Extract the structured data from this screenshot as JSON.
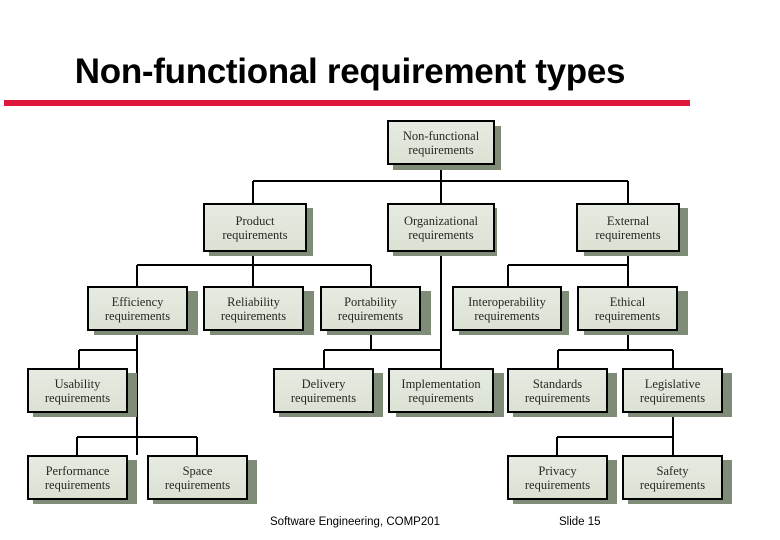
{
  "slide": {
    "title": "Non-functional requirement types",
    "accent_color": "#e0173c",
    "node_fill": "#dfe5d9",
    "node_border": "#000000",
    "node_shadow": "#7e8c78",
    "background": "#ffffff"
  },
  "footer": {
    "course": "Software Engineering, COMP201",
    "slide_number": "Slide  15"
  },
  "chart_data": {
    "type": "diagram",
    "subtype": "tree",
    "title": "Non-functional requirement types",
    "orientation": "top-down",
    "nodes": [
      {
        "id": "nfr",
        "label_line1": "Non-functional",
        "label_line2": "requirements",
        "level": 0,
        "parent": null
      },
      {
        "id": "product",
        "label_line1": "Product",
        "label_line2": "requirements",
        "level": 1,
        "parent": "nfr"
      },
      {
        "id": "organizational",
        "label_line1": "Organizational",
        "label_line2": "requirements",
        "level": 1,
        "parent": "nfr"
      },
      {
        "id": "external",
        "label_line1": "External",
        "label_line2": "requirements",
        "level": 1,
        "parent": "nfr"
      },
      {
        "id": "efficiency",
        "label_line1": "Efficiency",
        "label_line2": "requirements",
        "level": 2,
        "parent": "product"
      },
      {
        "id": "reliability",
        "label_line1": "Reliability",
        "label_line2": "requirements",
        "level": 2,
        "parent": "product"
      },
      {
        "id": "portability",
        "label_line1": "Portability",
        "label_line2": "requirements",
        "level": 2,
        "parent": "product"
      },
      {
        "id": "interoperability",
        "label_line1": "Interoperability",
        "label_line2": "requirements",
        "level": 2,
        "parent": "external"
      },
      {
        "id": "ethical",
        "label_line1": "Ethical",
        "label_line2": "requirements",
        "level": 2,
        "parent": "external"
      },
      {
        "id": "usability",
        "label_line1": "Usability",
        "label_line2": "requirements",
        "level": 3,
        "parent": "efficiency"
      },
      {
        "id": "delivery",
        "label_line1": "Delivery",
        "label_line2": "requirements",
        "level": 3,
        "parent": "portability"
      },
      {
        "id": "implementation",
        "label_line1": "Implementation",
        "label_line2": "requirements",
        "level": 3,
        "parent": "portability"
      },
      {
        "id": "standards",
        "label_line1": "Standards",
        "label_line2": "requirements",
        "level": 3,
        "parent": "ethical"
      },
      {
        "id": "legislative",
        "label_line1": "Legislative",
        "label_line2": "requirements",
        "level": 3,
        "parent": "ethical"
      },
      {
        "id": "performance",
        "label_line1": "Performance",
        "label_line2": "requirements",
        "level": 4,
        "parent": "efficiency"
      },
      {
        "id": "space",
        "label_line1": "Space",
        "label_line2": "requirements",
        "level": 4,
        "parent": "efficiency"
      },
      {
        "id": "privacy",
        "label_line1": "Privacy",
        "label_line2": "requirements",
        "level": 4,
        "parent": "legislative"
      },
      {
        "id": "safety",
        "label_line1": "Safety",
        "label_line2": "requirements",
        "level": 4,
        "parent": "legislative"
      }
    ]
  }
}
